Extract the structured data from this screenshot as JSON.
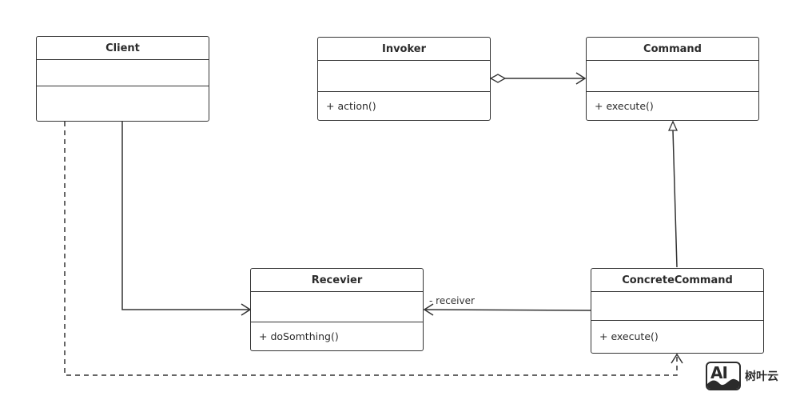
{
  "diagram": {
    "classes": {
      "client": {
        "name": "Client",
        "operation": ""
      },
      "invoker": {
        "name": "Invoker",
        "operation": "+ action()"
      },
      "command": {
        "name": "Command",
        "operation": "+ execute()"
      },
      "receiver": {
        "name": "Recevier",
        "operation": "+ doSomthing()"
      },
      "concrete": {
        "name": "ConcreteCommand",
        "operation": "+ execute()"
      }
    },
    "labels": {
      "receiver_role": "- receiver"
    }
  },
  "watermark": {
    "text": "树叶云",
    "logo_letters": "AI"
  },
  "colors": {
    "line": "#333333",
    "background": "#ffffff"
  }
}
